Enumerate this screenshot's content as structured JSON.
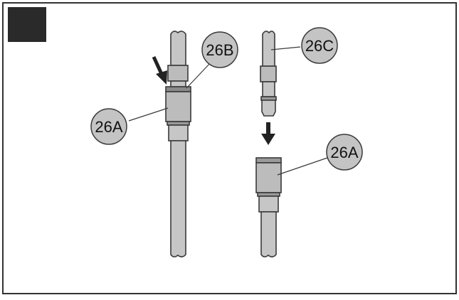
{
  "figure": {
    "callouts": [
      {
        "id": "26B",
        "label": "26B"
      },
      {
        "id": "26A-left",
        "label": "26A"
      },
      {
        "id": "26C",
        "label": "26C"
      },
      {
        "id": "26A-right",
        "label": "26A"
      }
    ]
  },
  "colors": {
    "frame": "#333333",
    "corner_block": "#2a2a2a",
    "tube_fill": "#c6c6c6",
    "fitting_fill": "#bcbcbc",
    "outline": "#3a3a3a",
    "callout_fill": "#c4c4c4",
    "arrow": "#222222"
  }
}
